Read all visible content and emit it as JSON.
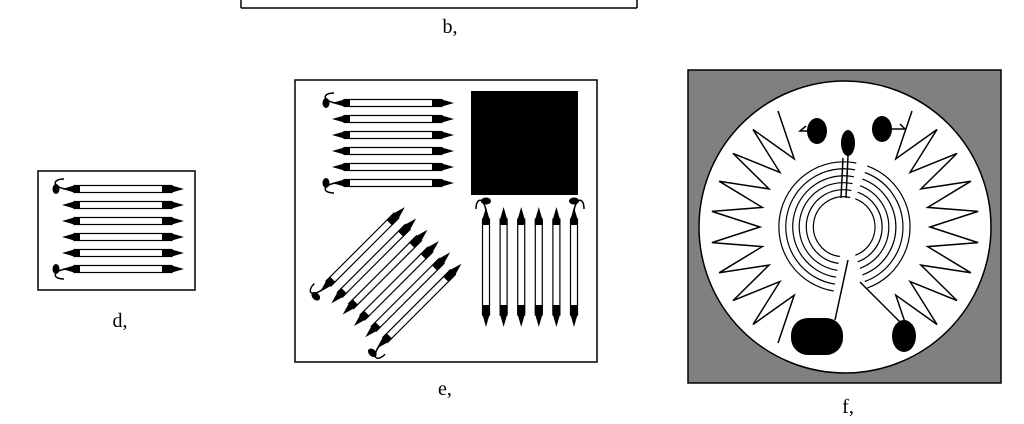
{
  "captions": {
    "b": "b,",
    "d": "d,",
    "e": "e,",
    "f": "f,"
  },
  "colors": {
    "background": "#ffffff",
    "ink": "#000000",
    "substrate_gray": "#808080"
  },
  "icons": {
    "d": "strain-gauge-grid-icon",
    "e": "strain-gauge-rosette-icon",
    "f": "diaphragm-rosette-icon"
  }
}
